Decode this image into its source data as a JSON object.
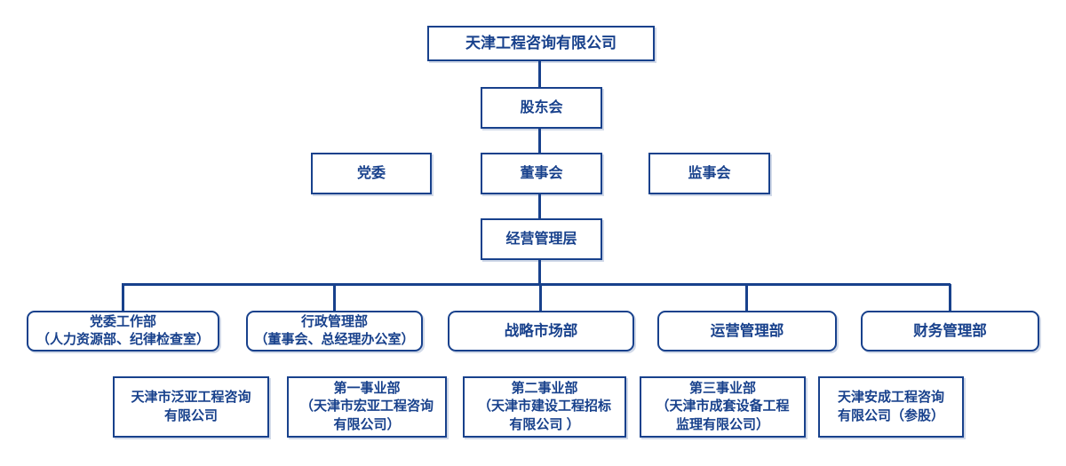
{
  "colors": {
    "primary": "#18418C",
    "background": "#ffffff"
  },
  "org_chart": {
    "type": "org-chart",
    "root": {
      "label": "天津工程咨询有限公司"
    },
    "shareholders": {
      "label": "股东会"
    },
    "party_committee": {
      "label": "党委"
    },
    "board": {
      "label": "董事会"
    },
    "supervisory_board": {
      "label": "监事会"
    },
    "management": {
      "label": "经营管理层"
    },
    "departments": [
      {
        "lines": [
          "党委工作部",
          "（人力资源部、纪律检查室）"
        ]
      },
      {
        "lines": [
          "行政管理部",
          "（董事会、总经理办公室）"
        ]
      },
      {
        "lines": [
          "战略市场部"
        ]
      },
      {
        "lines": [
          "运营管理部"
        ]
      },
      {
        "lines": [
          "财务管理部"
        ]
      }
    ],
    "subsidiaries": [
      {
        "lines": [
          "天津市泛亚工程咨询",
          "有限公司"
        ]
      },
      {
        "lines": [
          "第一事业部",
          "（天津市宏亚工程咨询",
          "有限公司）"
        ]
      },
      {
        "lines": [
          "第二事业部",
          "（天津市建设工程招标",
          "有限公司 ）"
        ]
      },
      {
        "lines": [
          "第三事业部",
          "（天津市成套设备工程",
          "监理有限公司）"
        ]
      },
      {
        "lines": [
          "天津安成工程咨询",
          "有限公司（参股）"
        ]
      }
    ]
  }
}
